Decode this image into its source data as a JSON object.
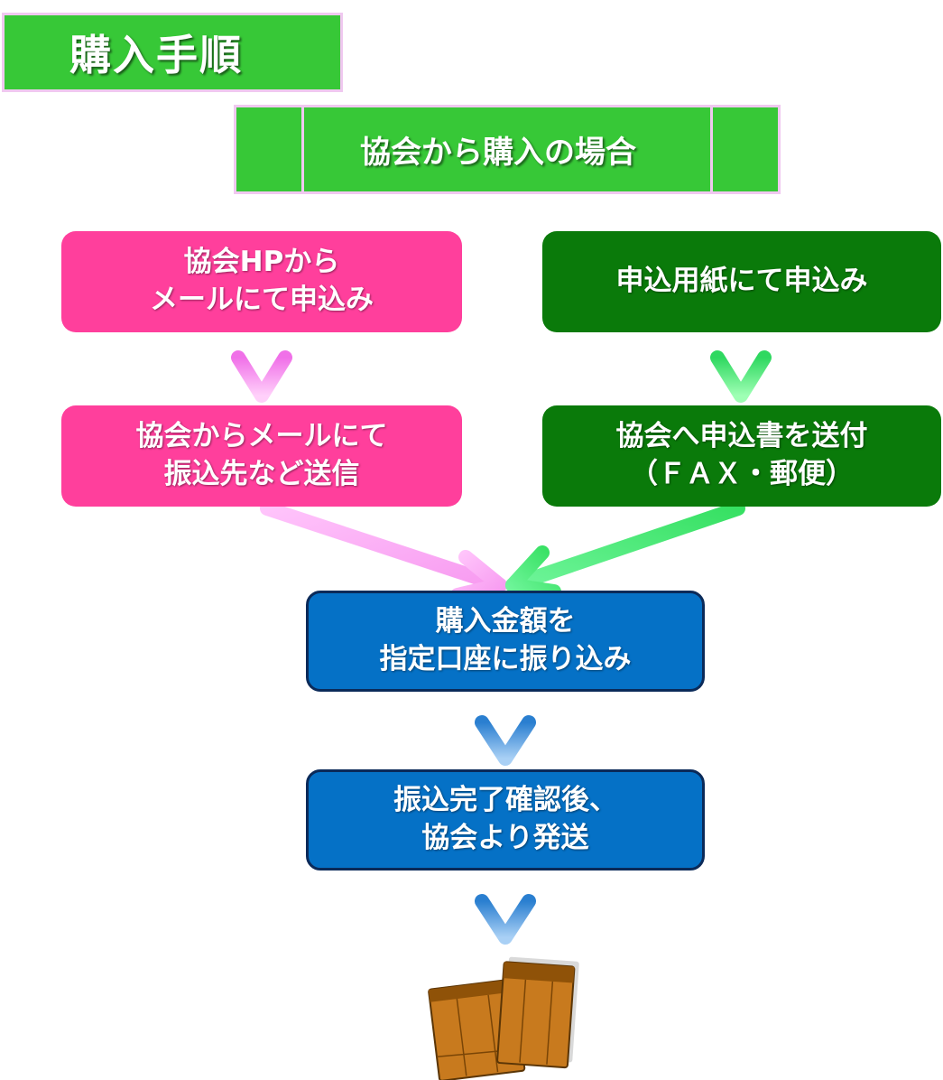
{
  "title": "購入手順",
  "subtitle": "協会から購入の場合",
  "left_flow": {
    "step1": [
      "協会HPから",
      "メールにて申込み"
    ],
    "step2": [
      "協会からメールにて",
      "振込先など送信"
    ]
  },
  "right_flow": {
    "step1": [
      "申込用紙にて申込み"
    ],
    "step2": [
      "協会へ申込書を送付",
      "（ＦＡＸ・郵便）"
    ]
  },
  "common_flow": {
    "step1": [
      "購入金額を",
      "指定口座に振り込み"
    ],
    "step2": [
      "振込完了確認後、",
      "協会より発送"
    ]
  },
  "colors": {
    "banner_green": "#37c837",
    "banner_border": "#f0c8f0",
    "pink_box": "#ff3f9c",
    "dark_green_box": "#0a7a0a",
    "blue_box": "#0571c6",
    "pink_arrow": "#f8a8f0",
    "green_arrow": "#4fe87c",
    "blue_arrow": "#3f8fd8",
    "envelope": "#b8680a"
  },
  "icons": [
    "arrow-down-icon",
    "arrow-diagonal-icon",
    "envelopes-icon"
  ]
}
